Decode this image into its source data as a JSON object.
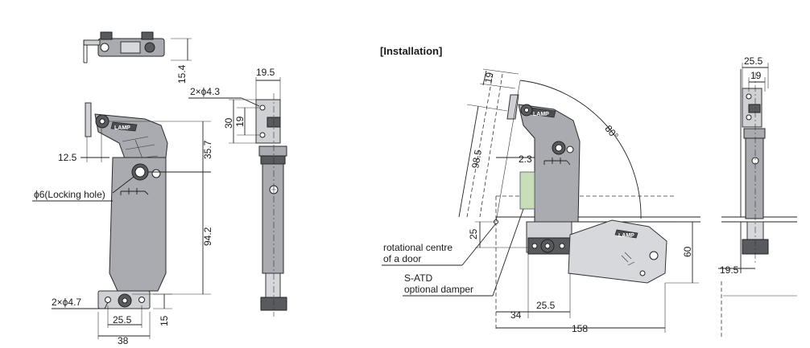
{
  "diagram": {
    "installation_title": "[Installation]",
    "dimensions": {
      "d15_4": "15.4",
      "d19_5_top": "19.5",
      "d2xphi4_3": "2×ϕ4.3",
      "d30": "30",
      "d19_side": "19",
      "d12_5": "12.5",
      "d35_7": "35.7",
      "locking_hole": "ϕ6(Locking hole)",
      "d94_2": "94.2",
      "d2xphi4_7": "2×ϕ4.7",
      "d15_bottom": "15",
      "d25_5_front": "25.5",
      "d38": "38",
      "d19_inst": "19",
      "d98_5": "98.5",
      "d2_3": "2.3",
      "angle80": "80°",
      "d25_inst": "25",
      "d60": "60",
      "d34": "34",
      "d25_5_inst": "25.5",
      "d158": "158",
      "d25_5_right": "25.5",
      "d19_right": "19",
      "d19_5_right": "19.5"
    },
    "labels": {
      "rotational_centre_line1": "rotational centre",
      "rotational_centre_line2": "of a door",
      "satd_line1": "S-ATD",
      "satd_line2": "optional damper"
    },
    "logo_text": "LAMP"
  }
}
